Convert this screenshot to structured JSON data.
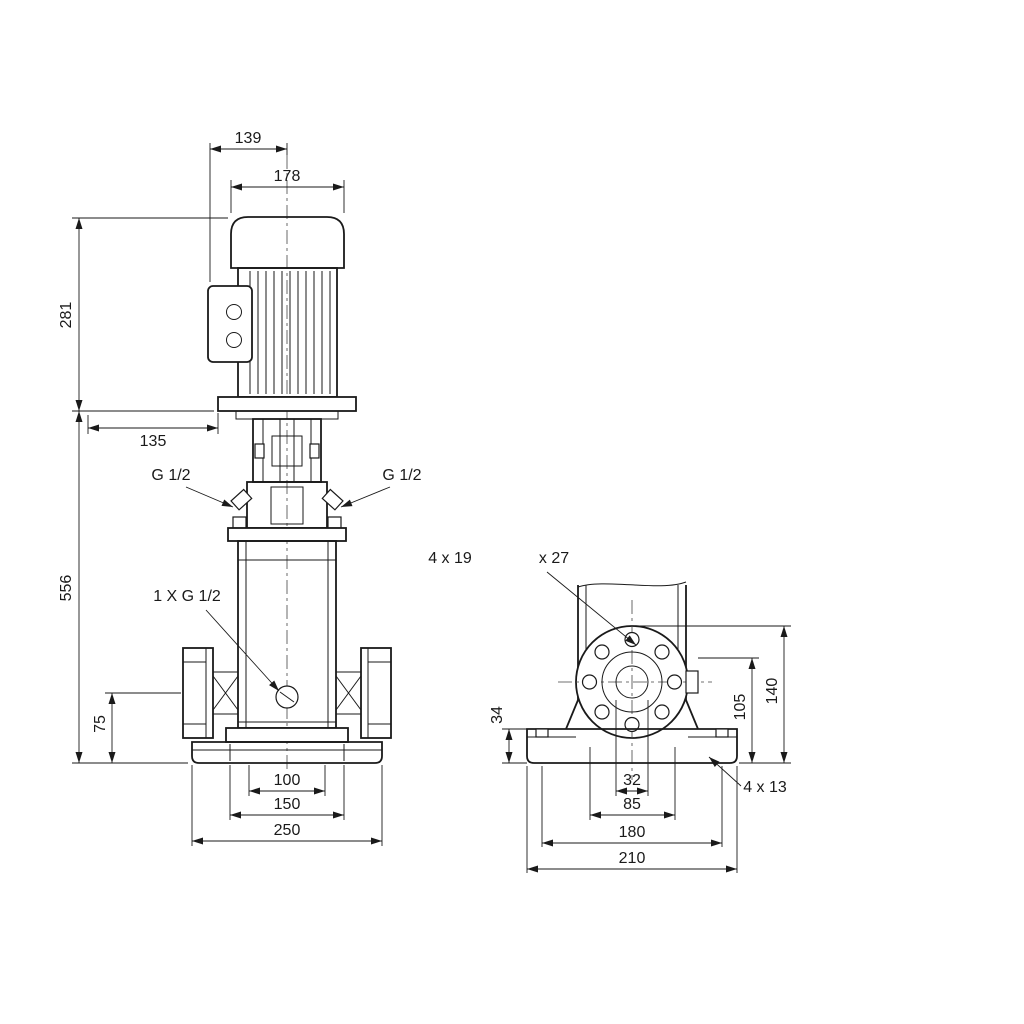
{
  "front_view": {
    "dims": {
      "d139": "139",
      "d178": "178",
      "d281": "281",
      "d135": "135",
      "d556": "556",
      "d75": "75",
      "d100": "100",
      "d150": "150",
      "d250": "250"
    },
    "labels": {
      "port_left": "G 1/2",
      "port_right": "G 1/2",
      "drain": "1 X G 1/2"
    }
  },
  "side_view": {
    "dims": {
      "d34": "34",
      "d105": "105",
      "d140": "140",
      "d32": "32",
      "d85": "85",
      "d180": "180",
      "d210": "210"
    },
    "labels": {
      "flange_holes": "4 x 19",
      "flange_holes_outer": "x 27",
      "base_holes": "4 x 13"
    }
  }
}
